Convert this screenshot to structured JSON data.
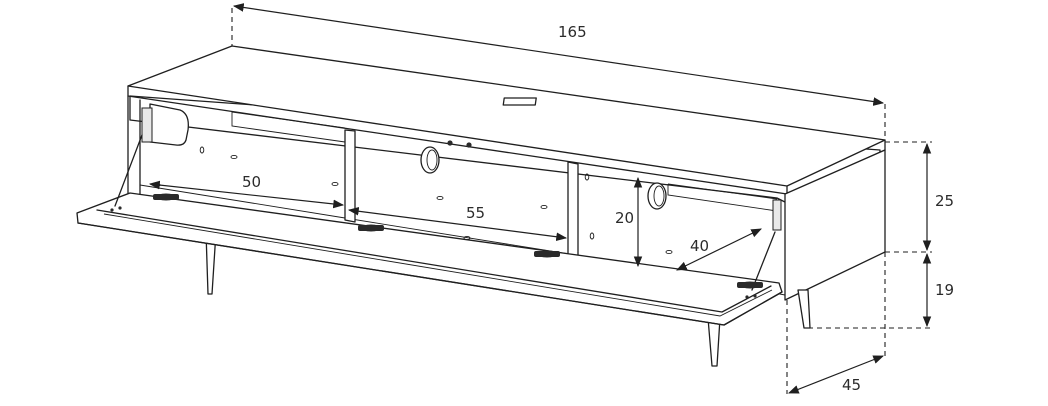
{
  "diagram": {
    "overall_width": "165",
    "total_height": "25",
    "leg_height": "19",
    "depth": "45",
    "compartment_left_width": "50",
    "compartment_middle_width": "55",
    "compartment_right_depth": "40",
    "compartment_height": "20"
  }
}
